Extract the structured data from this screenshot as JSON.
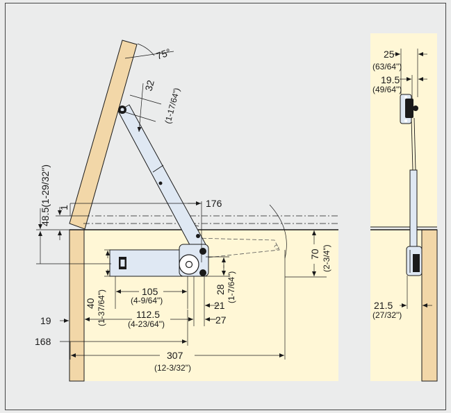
{
  "labels": {
    "angle": "75°",
    "d32": "32",
    "d32_in": "(1-17/64\")",
    "d48_5": "48.5(1-29/32\")",
    "d1": "1",
    "d176": "176",
    "d70": "70",
    "d70_in": "(2-3/4\")",
    "d40": "40",
    "d40_in": "(1-37/64\")",
    "d105": "105",
    "d105_in": "(4-9/64\")",
    "d28": "28",
    "d28_in": "(1-7/64\")",
    "d21": "21",
    "d112_5": "112.5",
    "d112_5_in": "(4-23/64\")",
    "d27": "27",
    "d19": "19",
    "d168": "168",
    "d307": "307",
    "d307_in": "(12-3/32\")",
    "d25": "25",
    "d25_in": "(63/64\")",
    "d19_5": "19.5",
    "d19_5_in": "(49/64\")",
    "d21_5": "21.5",
    "d21_5_in": "(27/32\")"
  },
  "colors": {
    "background": "#ebecec",
    "panel": "#fff7d6",
    "wood": "#f2d7a8",
    "metal": "#dfe8f3",
    "line": "#1a1a1a"
  }
}
